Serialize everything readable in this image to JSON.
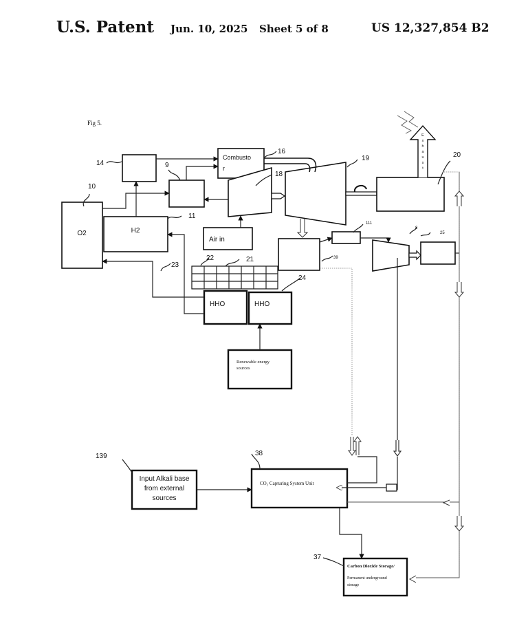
{
  "header": {
    "left": "U.S. Patent",
    "date": "Jun. 10, 2025",
    "sheet": "Sheet 5 of 8",
    "number": "US 12,327,854 B2"
  },
  "figure": {
    "label": "Fig 5.",
    "boxes": {
      "o2": "O2",
      "h2": "H2",
      "air_in": "Air in",
      "combustor_1": "Combusto",
      "combustor_2": "r",
      "hho_1": "HHO",
      "hho_2": "HHO",
      "renewable_1": "Renewable energy",
      "renewable_2": "sources",
      "alkali_1": "Input Alkali base",
      "alkali_2": "from external",
      "alkali_3": "sources",
      "co2_unit": "CO₂ Capturing System Unit",
      "storage_1": "Carbon Dioxide Storage/",
      "storage_2": "Permanent underground",
      "storage_3": "storage",
      "exhaust_letters": [
        "E",
        "x",
        "h",
        "a",
        "u",
        "s",
        "t"
      ]
    },
    "refs": {
      "r14": "14",
      "r9": "9",
      "r10": "10",
      "r11": "11",
      "r16": "16",
      "r18": "18",
      "r19": "19",
      "r20": "20",
      "r21": "21",
      "r22": "22",
      "r23": "23",
      "r24": "24",
      "r25": "25",
      "r8": "8",
      "r39": "39",
      "r111": "111",
      "r38": "38",
      "r37": "37",
      "r139": "139"
    }
  }
}
